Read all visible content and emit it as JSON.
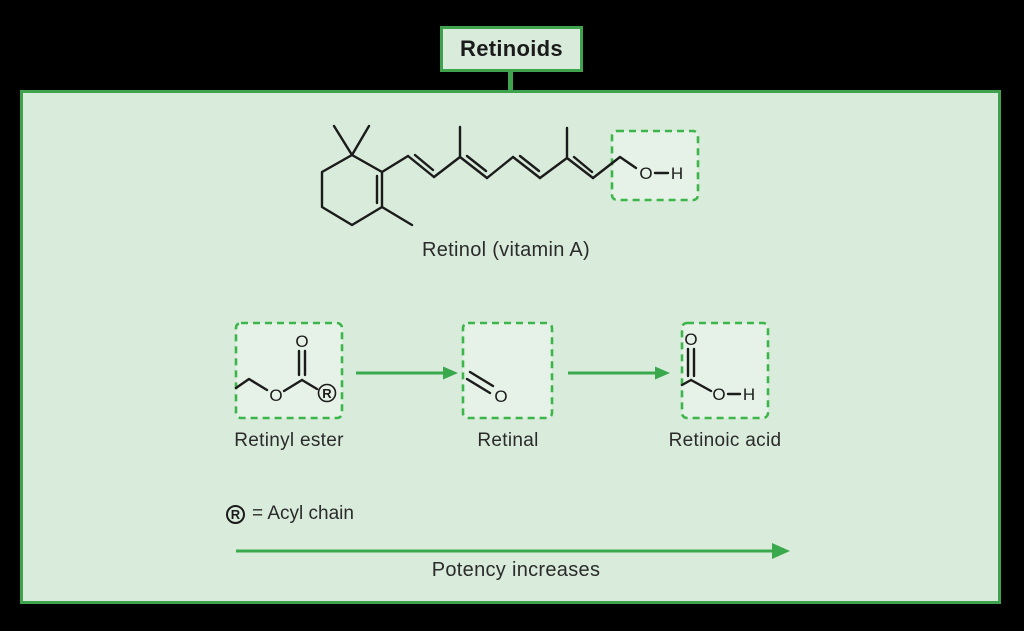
{
  "title": "Retinoids",
  "colors": {
    "background": "#000000",
    "panel_fill": "#d9ebdb",
    "panel_border": "#3fa24c",
    "highlight_box_fill": "#e6f2e7",
    "highlight_box_border": "#3cb54a",
    "arrow_green": "#3aa84d",
    "bond_black": "#1b1b1b",
    "text_dark": "#2b2b2b"
  },
  "molecules": {
    "retinol": {
      "label": "Retinol (vitamin A)",
      "hydroxyl_o": "O",
      "hydroxyl_h": "H"
    },
    "retinyl_ester": {
      "label": "Retinyl ester",
      "ester_o": "O",
      "carbonyl_o": "O",
      "r_group": "R"
    },
    "retinal": {
      "label": "Retinal",
      "carbonyl_o": "O"
    },
    "retinoic_acid": {
      "label": "Retinoic acid",
      "carbonyl_o": "O",
      "hydroxyl_o": "O",
      "hydroxyl_h": "H"
    }
  },
  "legend": {
    "r_symbol": "R",
    "text": "= Acyl chain"
  },
  "potency": {
    "label": "Potency increases"
  }
}
